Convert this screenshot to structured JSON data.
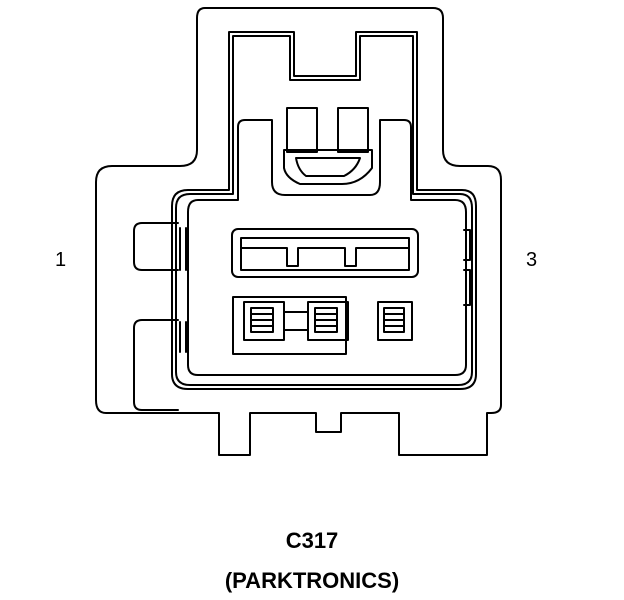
{
  "connector": {
    "id": "C317",
    "name": "(PARKTRONICS)",
    "pins": {
      "left": "1",
      "right": "3"
    }
  },
  "colors": {
    "line": "#000000",
    "background": "#ffffff"
  }
}
